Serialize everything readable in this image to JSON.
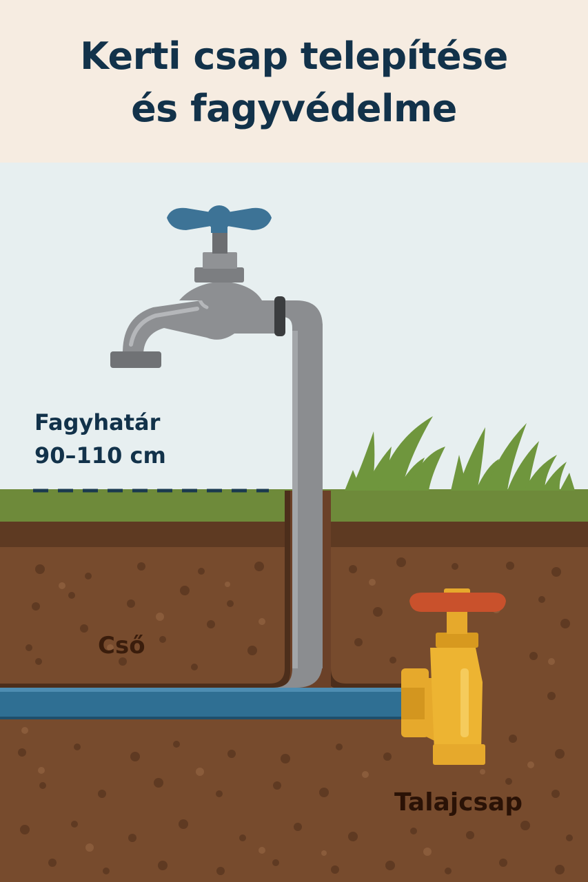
{
  "title": {
    "line1": "Kerti csap telepítése",
    "line2": "és fagyvédelme"
  },
  "labels": {
    "frost_line_title": "Fagyhatár",
    "frost_line_depth": "90–110 cm",
    "pipe": "Cső",
    "ground_valve": "Talajcsap"
  },
  "colors": {
    "title": "#12324a",
    "sky": "#e6eeef",
    "grass": "#6e8a3a",
    "soil": "#774b2d",
    "pipe_gray": "#8b8d90",
    "water_line": "#2f6f93",
    "faucet_handle": "#3d7396",
    "valve_brass": "#e6a92c",
    "valve_handle": "#c9512c"
  }
}
